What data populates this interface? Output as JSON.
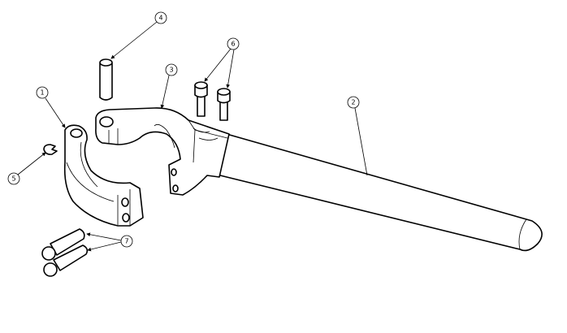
{
  "drawing": {
    "balloons": [
      {
        "label": "1"
      },
      {
        "label": "2"
      },
      {
        "label": "3"
      },
      {
        "label": "4"
      },
      {
        "label": "5"
      },
      {
        "label": "6"
      },
      {
        "label": "7"
      }
    ],
    "colors": {
      "line": "#000000",
      "background": "#ffffff"
    }
  }
}
